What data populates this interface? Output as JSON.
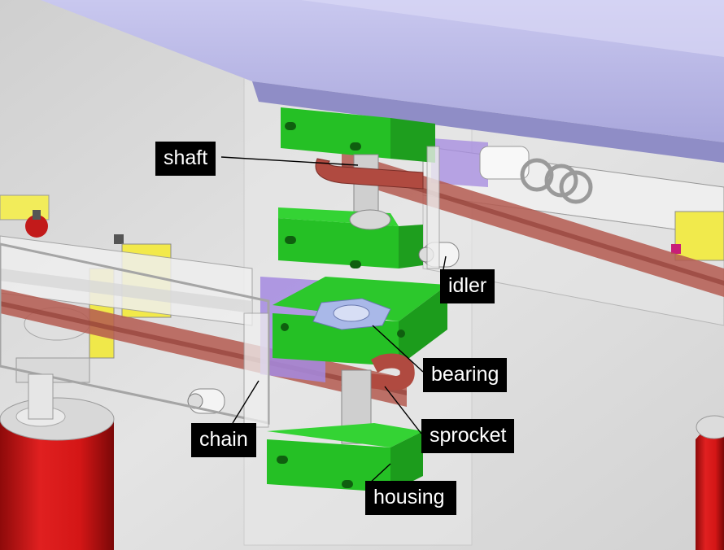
{
  "callouts": {
    "shaft": "shaft",
    "idler": "idler",
    "bearing": "bearing",
    "sprocket": "sprocket",
    "chain": "chain",
    "housing": "housing"
  },
  "colors": {
    "background": "#d9d9d9",
    "housing_green": "#25c025",
    "chain_red": "#b04a40",
    "beam_lavender": "#b8b6e6",
    "roller_red": "#d21414",
    "frame_white": "#ececec",
    "bracket_yellow": "#f2e94a",
    "label_bg": "#000000",
    "label_text": "#ffffff"
  }
}
